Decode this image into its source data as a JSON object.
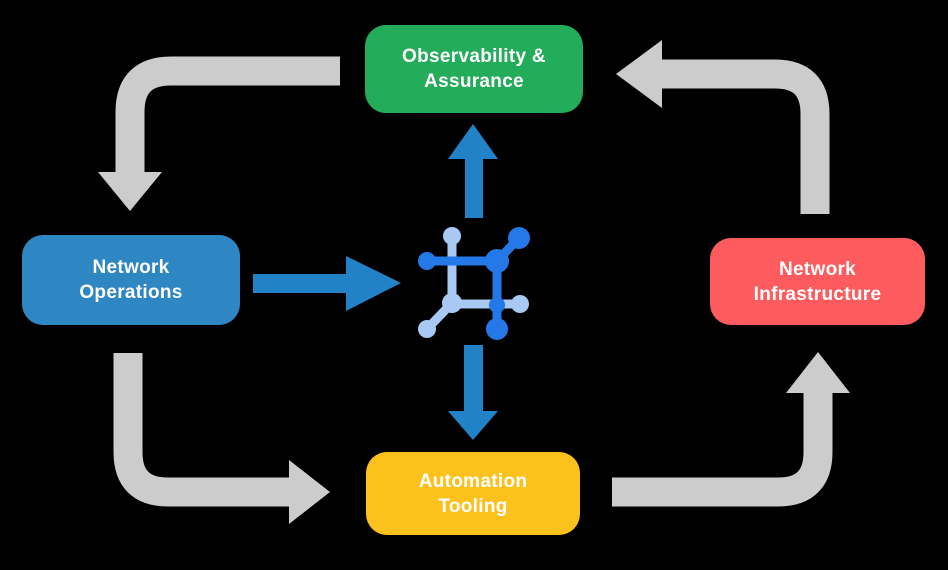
{
  "background_color": "#000000",
  "colors": {
    "arrow_gray": "#CCCCCC",
    "arrow_blue": "#2282C8",
    "icon_light": "#A9C9F4",
    "icon_dark": "#2478E8",
    "text_color": "#FFFFFF"
  },
  "nodes": {
    "observability": {
      "line1": "Observability &",
      "line2": "Assurance",
      "color": "#23AC59"
    },
    "operations": {
      "line1": "Network",
      "line2": "Operations",
      "color": "#2E86C3"
    },
    "infrastructure": {
      "line1": "Network",
      "line2": "Infrastructure",
      "color": "#FD5B5E"
    },
    "automation": {
      "line1": "Automation",
      "line2": "Tooling",
      "color": "#FDC11E"
    }
  },
  "center_icon": {
    "name": "network-mesh-icon"
  },
  "arrows": {
    "cycle": [
      {
        "from": "Observability & Assurance",
        "to": "Network Operations",
        "color": "#CCCCCC"
      },
      {
        "from": "Network Operations",
        "to": "Automation Tooling",
        "color": "#CCCCCC"
      },
      {
        "from": "Automation Tooling",
        "to": "Network Infrastructure",
        "color": "#CCCCCC"
      },
      {
        "from": "Network Infrastructure",
        "to": "Observability & Assurance",
        "color": "#CCCCCC"
      }
    ],
    "center": [
      {
        "from": "Network Operations",
        "to": "network-mesh-icon",
        "color": "#2282C8"
      },
      {
        "from": "network-mesh-icon",
        "to": "Observability & Assurance",
        "color": "#2282C8"
      },
      {
        "from": "network-mesh-icon",
        "to": "Automation Tooling",
        "color": "#2282C8"
      }
    ]
  }
}
